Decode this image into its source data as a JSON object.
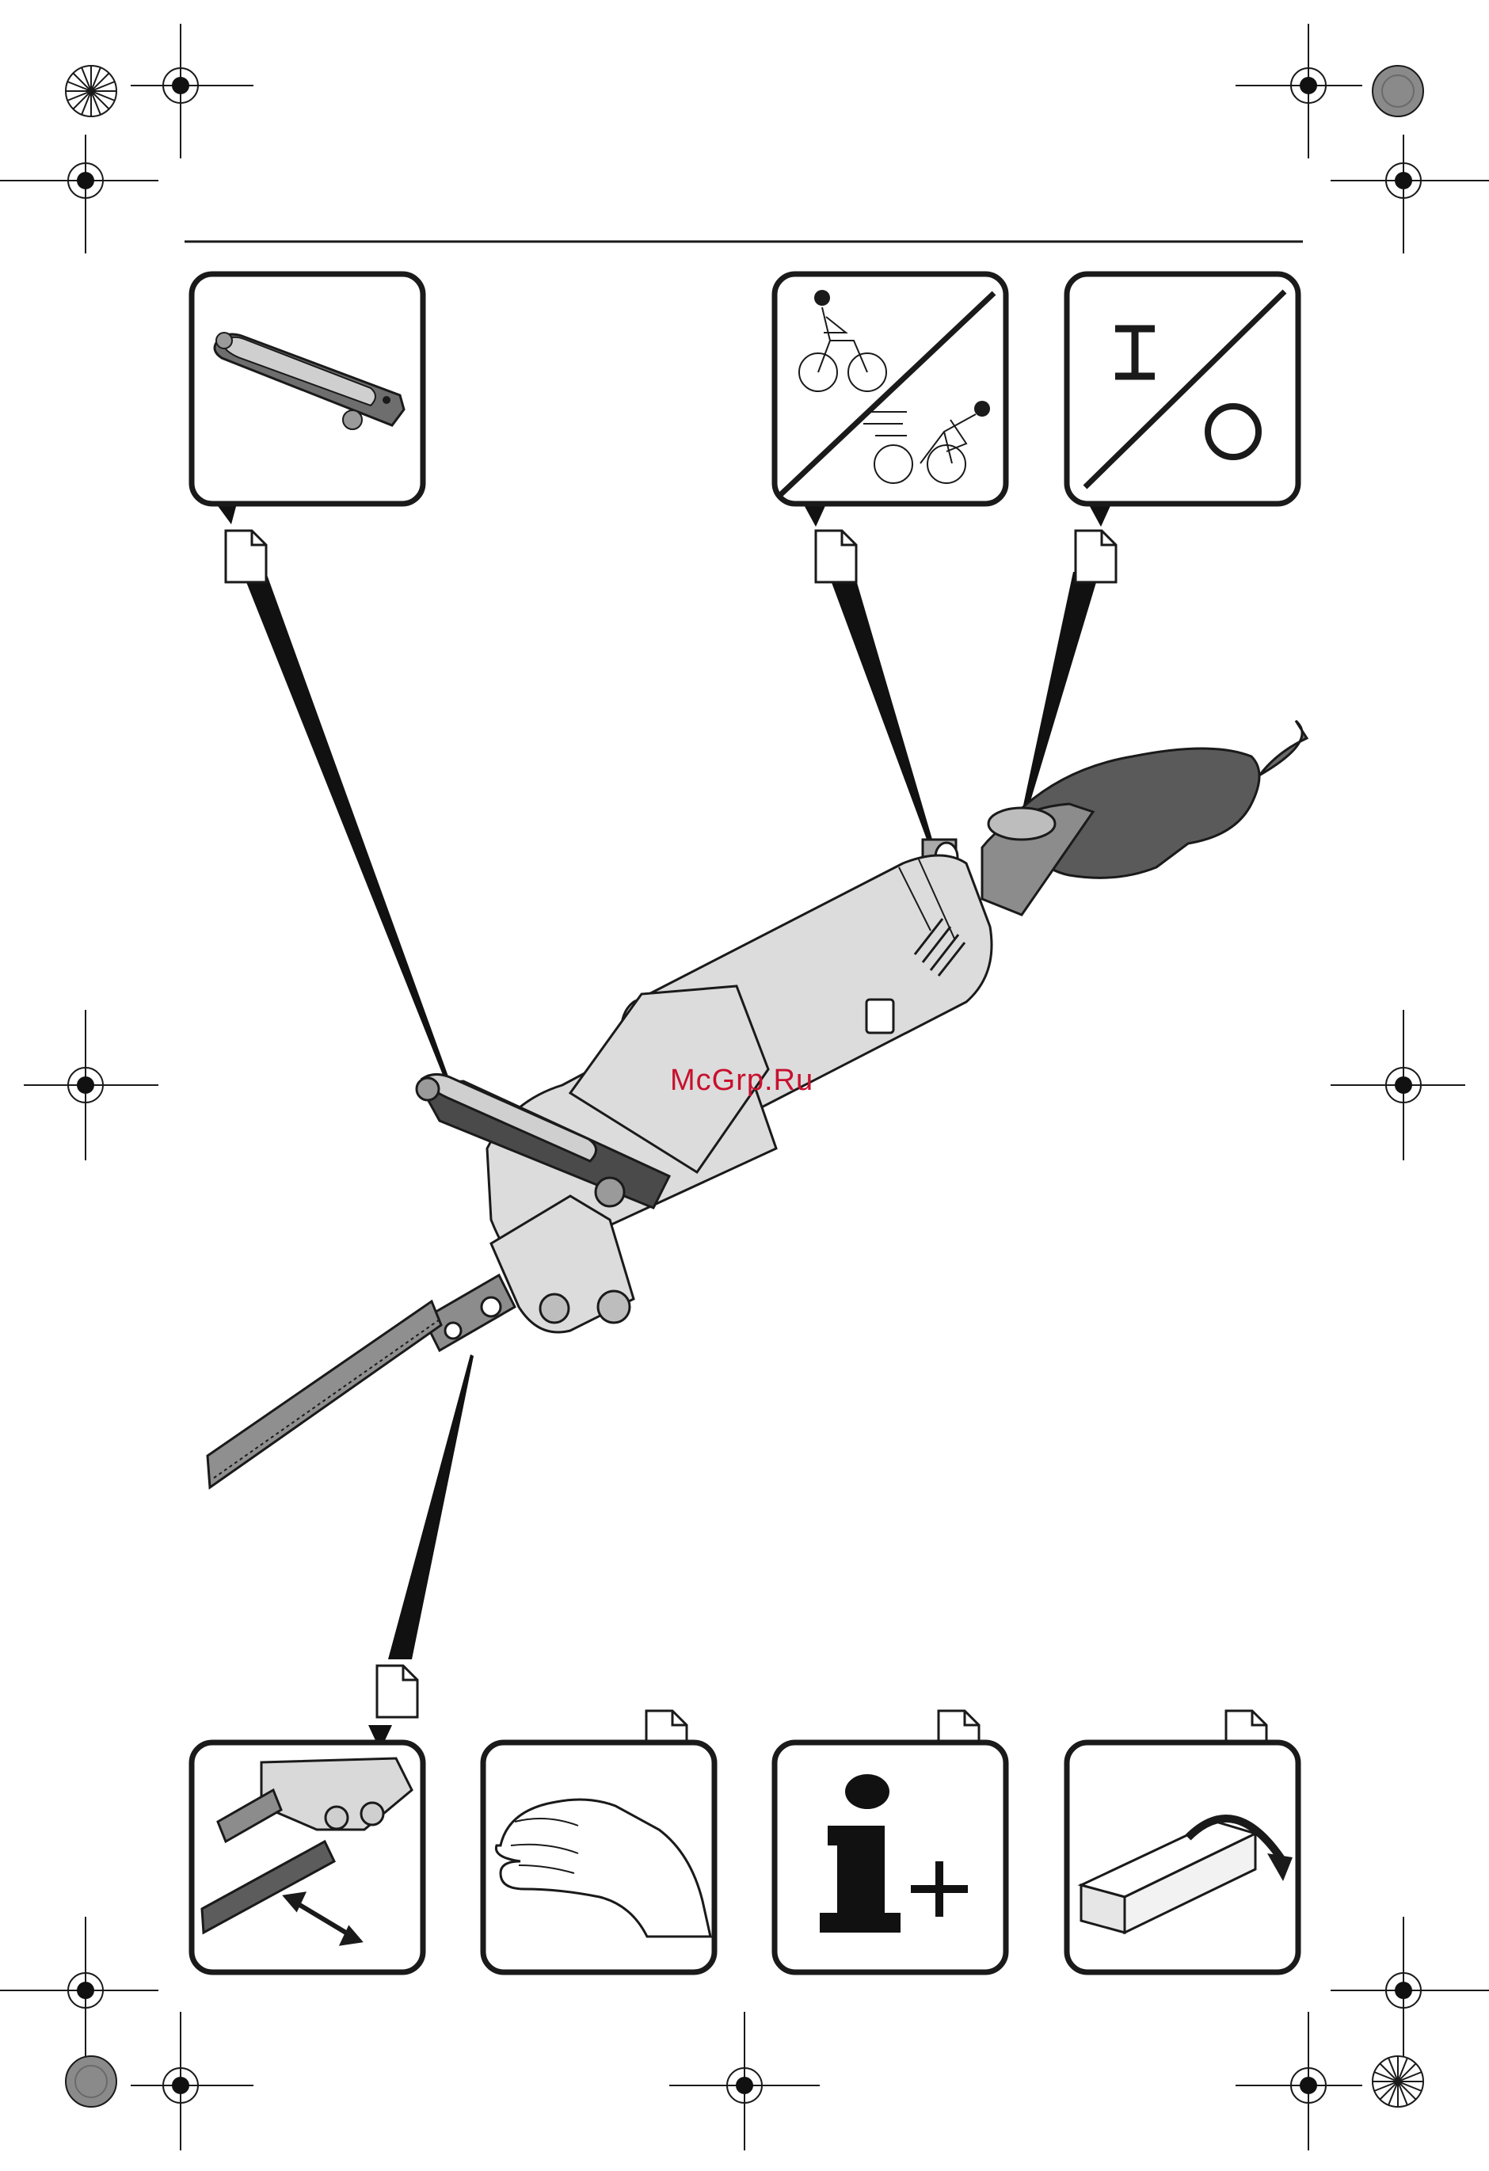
{
  "watermark": {
    "text": "McGrp.Ru"
  },
  "panels": {
    "top": [
      {
        "name": "panel-handle",
        "icon": "auxiliary-handle-icon"
      },
      {
        "name": "panel-speed",
        "icon": "speed-selection-icon"
      },
      {
        "name": "panel-on-off",
        "icon": "on-off-switch-icon",
        "on_symbol": "I",
        "off_symbol": "O"
      }
    ],
    "bottom": [
      {
        "name": "panel-blade",
        "icon": "blade-change-icon"
      },
      {
        "name": "panel-hand",
        "icon": "hand-icon"
      },
      {
        "name": "panel-info",
        "icon": "information-icon",
        "symbol": "i+"
      },
      {
        "name": "panel-package",
        "icon": "package-icon"
      }
    ]
  },
  "colors": {
    "line": "#1a1a1a",
    "tool_light": "#dcdcdc",
    "tool_dark": "#5a5a5a",
    "watermark": "#c8102e"
  }
}
